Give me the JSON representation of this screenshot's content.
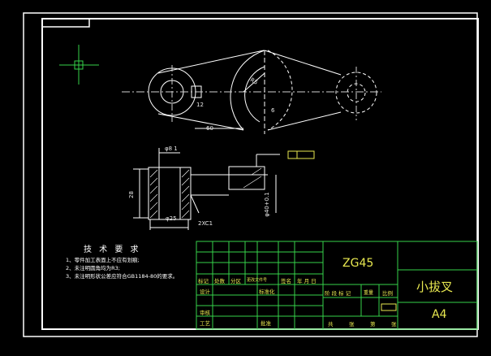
{
  "colors": {
    "background": "#000000",
    "border": "#ffffff",
    "table": "#36d24a",
    "text": "#e8e850",
    "geometry": "#ffffff"
  },
  "requirements": {
    "title": "技 术 要 求",
    "items": [
      "1、零件加工表面上不应有划痕;",
      "2、未注明圆角均为R3;",
      "3、未注明形状公差应符合GB1184-80的要求。"
    ]
  },
  "title_block": {
    "material": "ZG45",
    "part_name": "小拔叉",
    "paper_size": "A4",
    "row_labels": [
      "标记",
      "处数",
      "分区",
      "更改文件号",
      "签名",
      "年 月 日"
    ],
    "roles": [
      "设计",
      "审核",
      "工艺"
    ],
    "std_labels": [
      "标准化",
      "批准"
    ],
    "meta_labels": [
      "阶 段 标 记",
      "重量",
      "比例"
    ],
    "footer": [
      "共",
      "张",
      "第",
      "张"
    ]
  },
  "annotations": {
    "chamfer": "2XC1",
    "dia_small": "φ25",
    "height": "28",
    "depth": "φ8 1",
    "angle_r": "R5",
    "width_a": "12",
    "width_b": "6",
    "bore": "φ40+0.1",
    "len_60": "60"
  },
  "icons": [
    "crosshair-cursor-icon"
  ]
}
